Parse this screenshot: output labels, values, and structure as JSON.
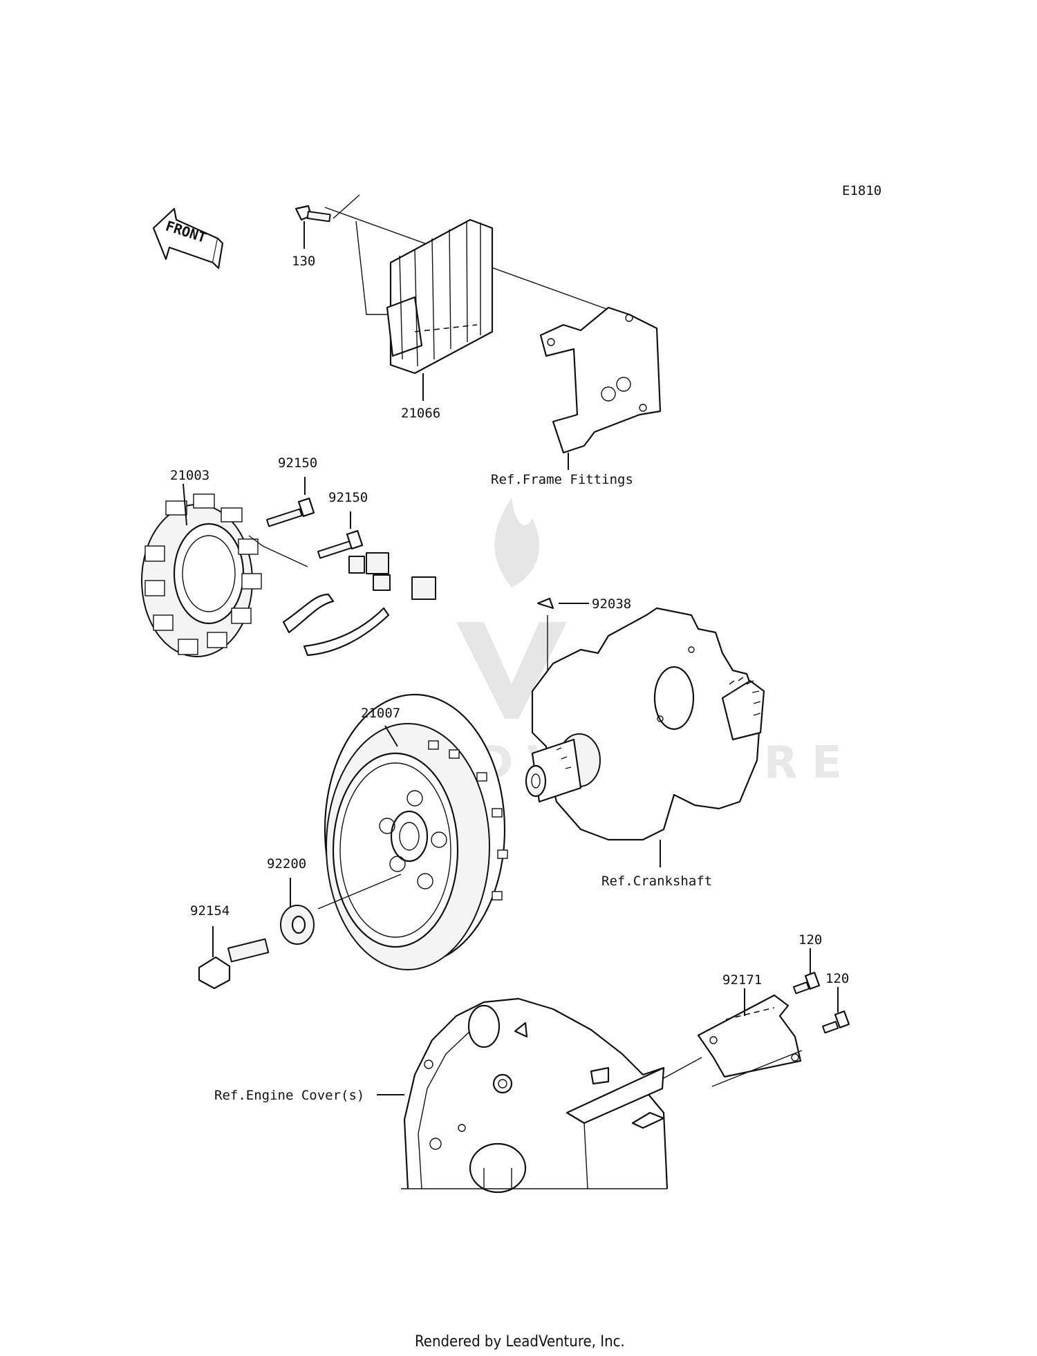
{
  "diagram_code": "E1810",
  "front_label": "FRONT",
  "watermark": "LEADVENTURE",
  "footer": "Rendered by LeadVenture, Inc.",
  "parts": [
    {
      "id": "130",
      "label": "130"
    },
    {
      "id": "21066",
      "label": "21066"
    },
    {
      "id": "ref-frame",
      "label": "Ref.Frame Fittings"
    },
    {
      "id": "92150a",
      "label": "92150"
    },
    {
      "id": "92150b",
      "label": "92150"
    },
    {
      "id": "21003",
      "label": "21003"
    },
    {
      "id": "92038",
      "label": "92038"
    },
    {
      "id": "21007",
      "label": "21007"
    },
    {
      "id": "ref-crankshaft",
      "label": "Ref.Crankshaft"
    },
    {
      "id": "92200",
      "label": "92200"
    },
    {
      "id": "92154",
      "label": "92154"
    },
    {
      "id": "120a",
      "label": "120"
    },
    {
      "id": "120b",
      "label": "120"
    },
    {
      "id": "92171",
      "label": "92171"
    },
    {
      "id": "ref-engine-cover",
      "label": "Ref.Engine Cover(s)"
    }
  ]
}
